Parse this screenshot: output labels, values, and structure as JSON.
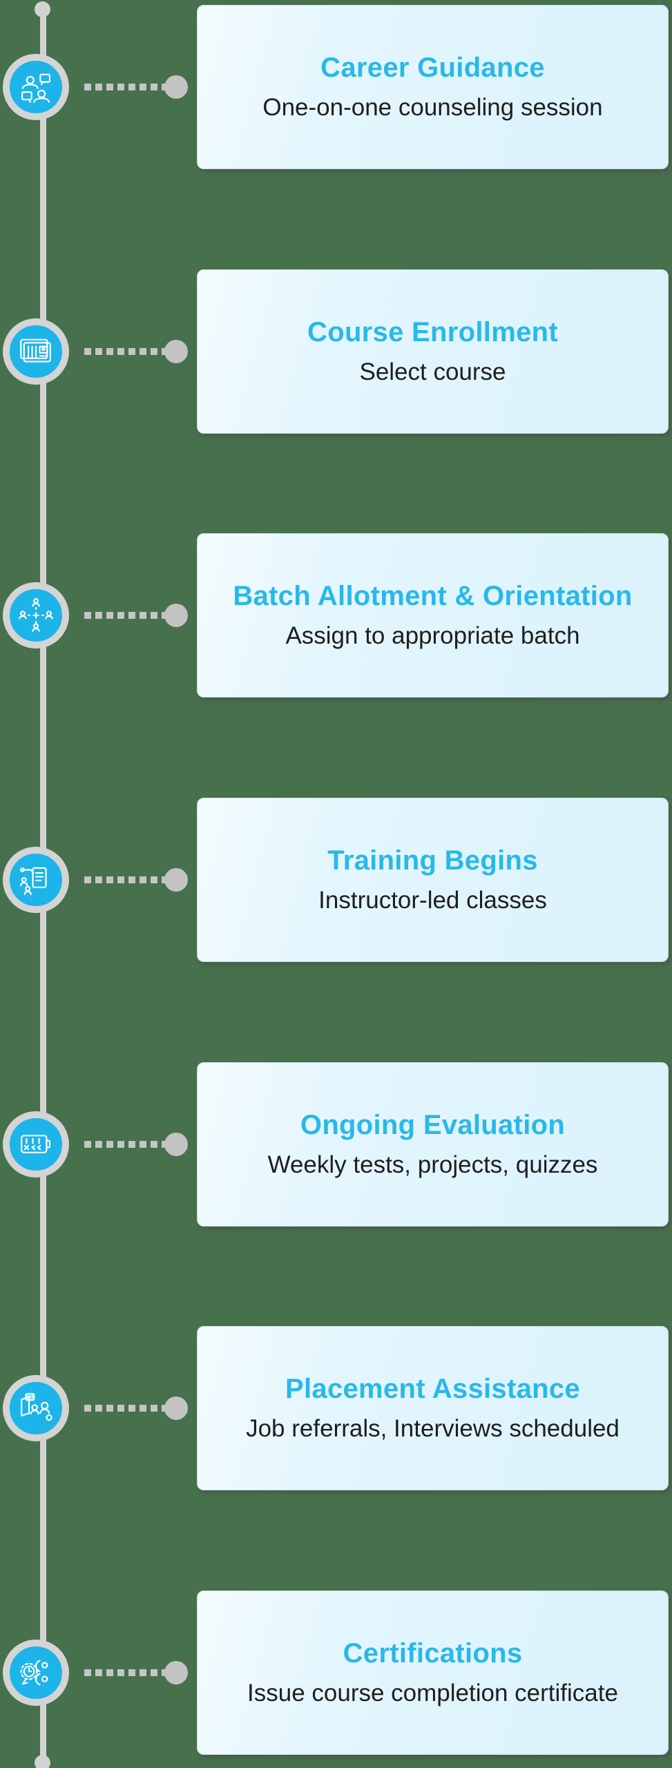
{
  "page": {
    "background_color": "#47704d",
    "accent_color": "#29b8ea",
    "icon_circle_color": "#1db4e9",
    "line_color": "#d2d2d2",
    "card_background": "#daf2fb"
  },
  "timeline": {
    "steps": [
      {
        "title": "Career Guidance",
        "subtitle": "One-on-one counseling session",
        "icon": "counseling-session-icon"
      },
      {
        "title": "Course Enrollment",
        "subtitle": "Select course",
        "icon": "course-card-icon"
      },
      {
        "title": "Batch Allotment & Orientation",
        "subtitle": "Assign to appropriate batch",
        "icon": "group-assignment-icon"
      },
      {
        "title": "Training Begins",
        "subtitle": "Instructor-led classes",
        "icon": "instructor-board-icon"
      },
      {
        "title": "Ongoing Evaluation",
        "subtitle": "Weekly tests, projects, quizzes",
        "icon": "evaluation-checklist-icon"
      },
      {
        "title": "Placement Assistance",
        "subtitle": "Job referrals, Interviews scheduled",
        "icon": "placement-network-icon"
      },
      {
        "title": "Certifications",
        "subtitle": "Issue course completion certificate",
        "icon": "certificate-badge-icon"
      }
    ]
  }
}
